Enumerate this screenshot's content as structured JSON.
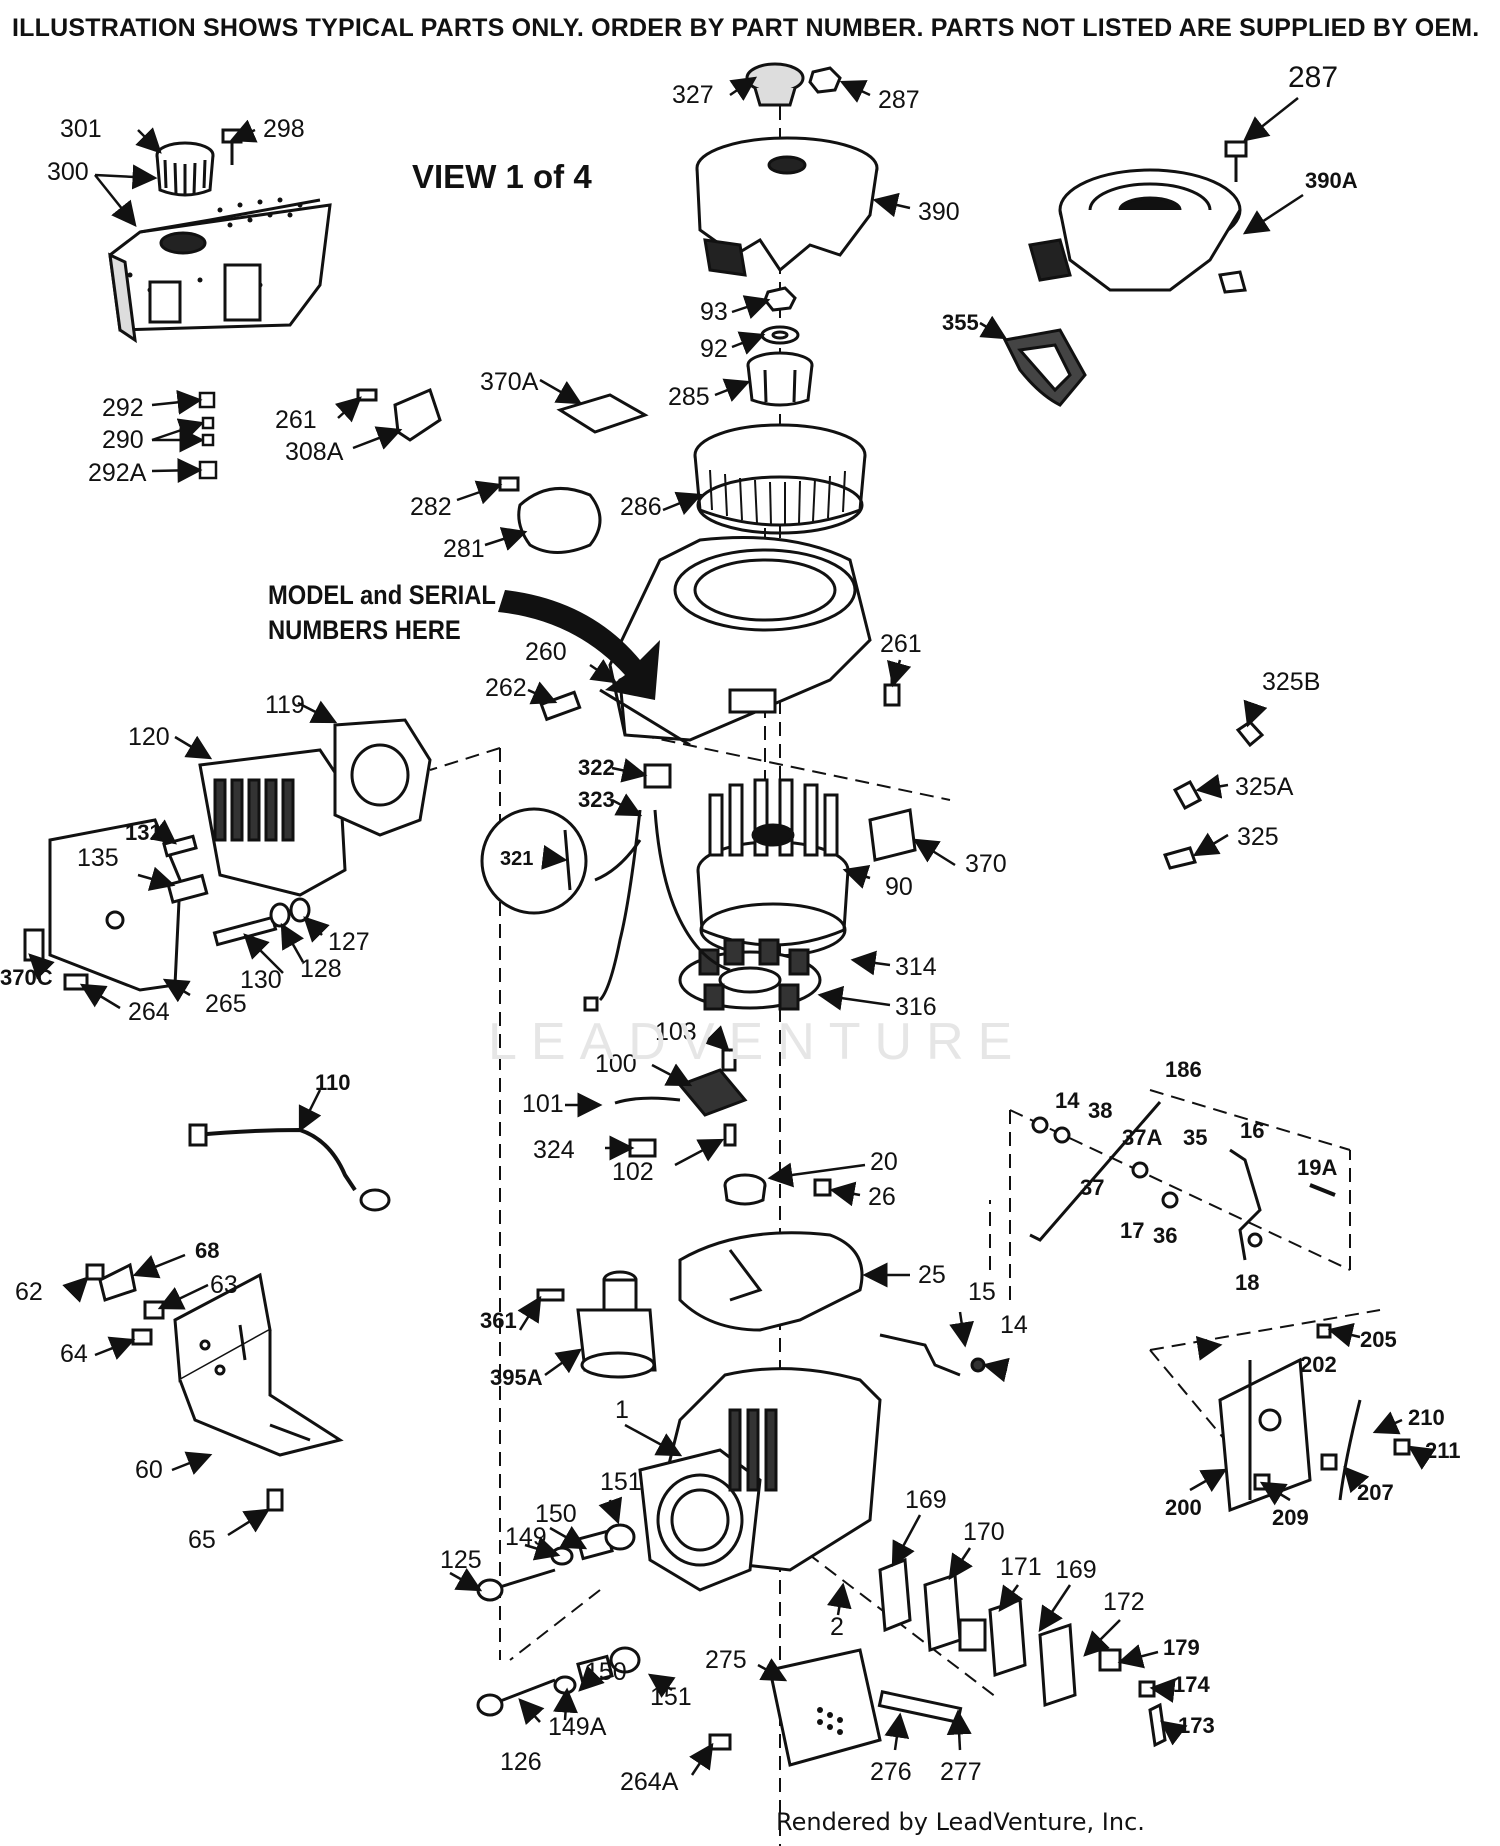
{
  "header": {
    "notice": "ILLUSTRATION SHOWS TYPICAL PARTS ONLY. ORDER BY PART NUMBER. PARTS NOT LISTED ARE SUPPLIED BY OEM."
  },
  "view_label": "VIEW 1 of 4",
  "model_note": {
    "line1": "MODEL and SERIAL",
    "line2": "NUMBERS HERE"
  },
  "watermark": "LEADVENTURE",
  "footer": "Rendered by LeadVenture, Inc.",
  "callouts": [
    "327",
    "287",
    "287",
    "390",
    "390A",
    "301",
    "298",
    "300",
    "93",
    "92",
    "285",
    "355",
    "370A",
    "292",
    "290",
    "292A",
    "261",
    "308A",
    "282",
    "281",
    "286",
    "260",
    "262",
    "261",
    "325B",
    "325A",
    "325",
    "119",
    "120",
    "131",
    "135",
    "127",
    "128",
    "130",
    "370C",
    "264",
    "265",
    "322",
    "323",
    "321",
    "370",
    "90",
    "314",
    "316",
    "103",
    "100",
    "101",
    "324",
    "102",
    "20",
    "26",
    "25",
    "110",
    "186",
    "14",
    "38",
    "37A",
    "35",
    "16",
    "19A",
    "37",
    "17",
    "36",
    "18",
    "68",
    "62",
    "63",
    "64",
    "60",
    "65",
    "361",
    "395A",
    "15",
    "14",
    "205",
    "202",
    "210",
    "211",
    "200",
    "209",
    "207",
    "1",
    "151",
    "150",
    "149",
    "125",
    "169",
    "170",
    "171",
    "169",
    "172",
    "2",
    "151",
    "150",
    "149A",
    "275",
    "179",
    "174",
    "173",
    "126",
    "264A",
    "276",
    "277"
  ]
}
